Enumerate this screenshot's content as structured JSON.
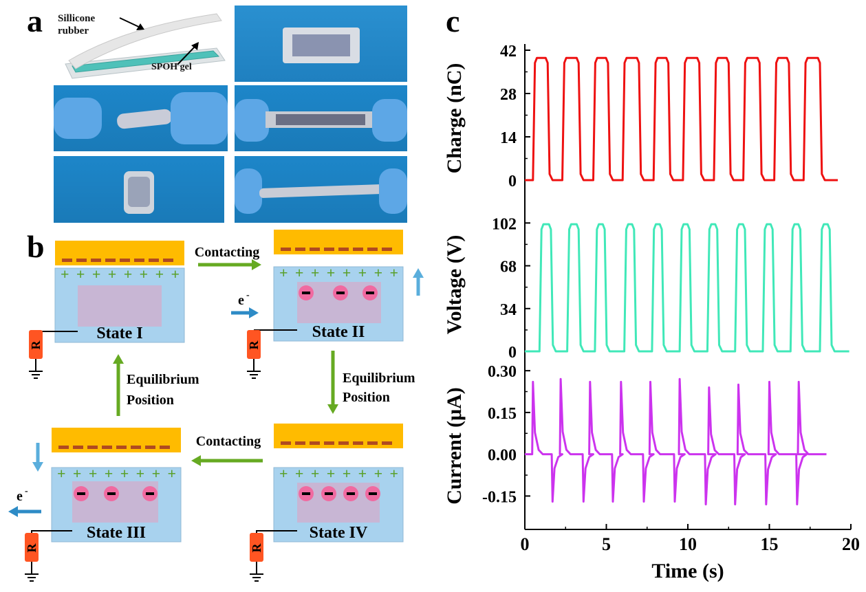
{
  "panels": {
    "a": {
      "label": "a",
      "callout_rubber": "Sillicone rubber",
      "callout_rubber_l1": "Sillicone",
      "callout_rubber_l2": "rubber",
      "callout_gel": "SPOH gel"
    },
    "b": {
      "label": "b",
      "contacting_top": "Contacting",
      "contacting_bottom": "Contacting",
      "equilibrium_left_l1": "Equilibrium",
      "equilibrium_left_l2": "Position",
      "equilibrium_right_l1": "Equilibrium",
      "equilibrium_right_l2": "Position",
      "electron": "e",
      "electron_sup": "-",
      "resistor": "R",
      "state1": "State I",
      "state2": "State II",
      "state3": "State III",
      "state4": "State IV"
    },
    "c": {
      "label": "c"
    }
  },
  "colors": {
    "charge": "#ee1111",
    "voltage": "#40e8b8",
    "current": "#cc33ee",
    "electrode": "#ffbb00",
    "dash": "#b04a20",
    "plus": "#5aa02a",
    "body": "#a8d2ee",
    "gel": "#c8b6d4",
    "ion": "#f06aa0",
    "arrow_green": "#66aa22",
    "arrow_blue": "#2d8bc6",
    "resistor": "#ff5522"
  },
  "chart_data": {
    "type": "line",
    "xlabel": "Time (s)",
    "xlim": [
      0,
      20
    ],
    "xticks": [
      0,
      5,
      10,
      15,
      20
    ],
    "panels": [
      {
        "ylabel": "Charge (nC)",
        "ylim": [
          -4,
          44
        ],
        "yticks": [
          0,
          14,
          28,
          42
        ],
        "high": 39.5,
        "low": 0,
        "pulses": [
          [
            0.5,
            1.4
          ],
          [
            2.3,
            3.3
          ],
          [
            4.2,
            5.1
          ],
          [
            6.0,
            7.0
          ],
          [
            7.9,
            8.8
          ],
          [
            9.7,
            10.7
          ],
          [
            11.6,
            12.5
          ],
          [
            13.4,
            14.4
          ],
          [
            15.3,
            16.2
          ],
          [
            17.1,
            18.1
          ]
        ],
        "t_end": 19.2
      },
      {
        "ylabel": "Voltage (V)",
        "ylim": [
          -6,
          112
        ],
        "yticks": [
          0,
          34,
          68,
          102
        ],
        "high": 101,
        "low": 0,
        "pulses": [
          [
            0.9,
            1.6
          ],
          [
            2.6,
            3.3
          ],
          [
            4.3,
            4.9
          ],
          [
            6.1,
            6.7
          ],
          [
            7.8,
            8.4
          ],
          [
            9.5,
            10.1
          ],
          [
            11.2,
            11.8
          ],
          [
            12.9,
            13.5
          ],
          [
            14.6,
            15.2
          ],
          [
            16.3,
            16.9
          ],
          [
            18.1,
            18.7
          ]
        ],
        "t_end": 19.9
      },
      {
        "ylabel": "Current (μA)",
        "ylim": [
          -0.27,
          0.33
        ],
        "yticks": [
          -0.15,
          0.0,
          0.15,
          0.3
        ],
        "spikes_pos": [
          [
            0.5,
            0.26
          ],
          [
            2.2,
            0.27
          ],
          [
            4.0,
            0.26
          ],
          [
            5.9,
            0.26
          ],
          [
            7.7,
            0.26
          ],
          [
            9.5,
            0.27
          ],
          [
            11.3,
            0.24
          ],
          [
            13.1,
            0.25
          ],
          [
            15.0,
            0.26
          ],
          [
            16.8,
            0.26
          ]
        ],
        "spikes_neg": [
          [
            1.7,
            -0.17
          ],
          [
            3.6,
            -0.17
          ],
          [
            5.4,
            -0.17
          ],
          [
            7.3,
            -0.17
          ],
          [
            9.2,
            -0.17
          ],
          [
            11.1,
            -0.18
          ],
          [
            12.9,
            -0.18
          ],
          [
            14.8,
            -0.18
          ],
          [
            16.7,
            -0.18
          ]
        ],
        "t_end": 18.5
      }
    ]
  }
}
